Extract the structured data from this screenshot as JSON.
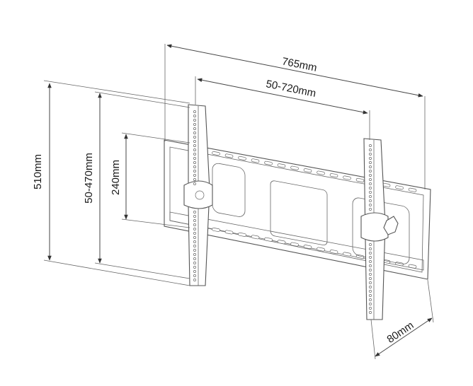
{
  "dimensions": {
    "overall_width": "765mm",
    "hole_spacing_horizontal": "50-720mm",
    "overall_height": "510mm",
    "hole_spacing_vertical": "50-470mm",
    "plate_height": "240mm",
    "depth": "80mm"
  }
}
